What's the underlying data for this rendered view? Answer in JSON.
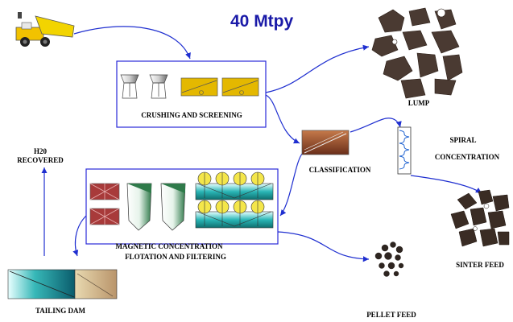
{
  "title": "40 Mtpy",
  "labels": {
    "crushing": "CRUSHING AND SCREENING",
    "lump": "LUMP",
    "classification": "CLASSIFICATION",
    "spiral_line1": "SPIRAL",
    "spiral_line2": "CONCENTRATION",
    "h2o_line1": "H20",
    "h2o_line2": "RECOVERED",
    "magnetic_line1": "MAGNETIC CONCENTRATION",
    "magnetic_line2": "FLOTATION AND FILTERING",
    "sinter": "SINTER FEED",
    "tailing": "TAILING  DAM",
    "pellet": "PELLET FEED"
  },
  "colors": {
    "arrow": "#1f2fd0",
    "title": "#1a1aa8",
    "box_border": "#2a2ad8",
    "ore": "#4a3a32",
    "screen_yellow": "#e4b800",
    "teal": "#22a8a8",
    "maroon": "#a83a3a",
    "green_cone": "#2f7a4a",
    "classifier_brown": "#8a4a2a"
  },
  "icons": [
    "dump-truck-icon",
    "crusher-icon",
    "screen-icon",
    "classifier-icon",
    "spiral-icon",
    "magnetic-separator-icon",
    "flotation-cell-icon",
    "thickener-icon",
    "tailing-dam-icon",
    "ore-pile-icon"
  ]
}
